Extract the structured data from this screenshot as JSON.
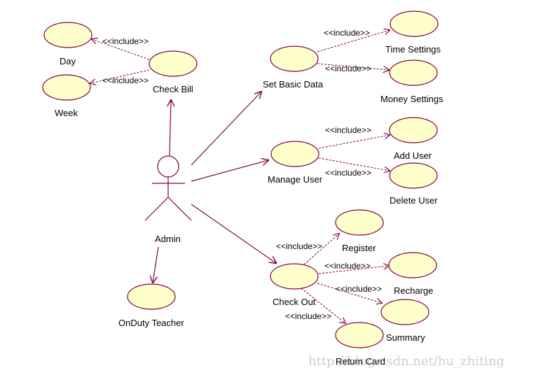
{
  "actor": {
    "label": "Admin"
  },
  "use_cases": {
    "day": "Day",
    "week": "Week",
    "check_bill": "Check Bill",
    "set_basic_data": "Set  Basic Data",
    "time_settings": "Time Settings",
    "money_settings": "Money Settings",
    "manage_user": "Manage User",
    "add_user": "Add User",
    "delete_user": "Delete User",
    "check_out": "Check Out",
    "register": "Register",
    "recharge": "Recharge",
    "summary": "Summary",
    "return_card": "Return Card",
    "onduty_teacher": "OnDuty Teacher"
  },
  "include_label": "<<include>>",
  "watermark": "http://blog.csdn.net/hu_zhiting"
}
